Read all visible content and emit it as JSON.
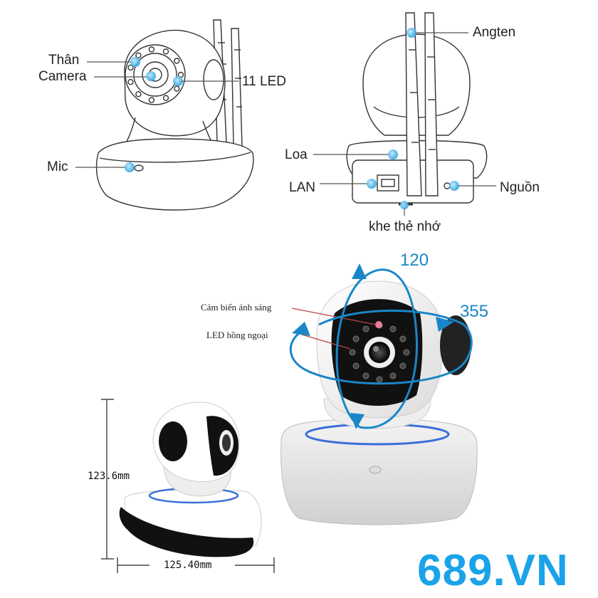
{
  "labels": {
    "than": "Thân",
    "camera": "Camera",
    "led11": "11 LED",
    "mic": "Mic",
    "angten": "Angten",
    "loa": "Loa",
    "lan": "LAN",
    "nguon": "Nguồn",
    "khe_the_nho": "khe thẻ nhớ",
    "cam_bien_anh_sang": "Cảm biến ánh sáng",
    "led_hong_ngoai": "LED hồng ngoại",
    "rotation_vertical": "120",
    "rotation_horizontal": "355",
    "height_dim": "123.6mm",
    "width_dim": "125.40mm"
  },
  "brand": "689.VN",
  "colors": {
    "callout_dot": "#3ab0e6",
    "rotation_arrow": "#1a86c8",
    "brand": "#1aa3e8",
    "base_ring": "#3a6fd8"
  },
  "icons": [
    "camera-front-sketch",
    "camera-back-sketch",
    "camera-photo-main",
    "camera-photo-side"
  ]
}
